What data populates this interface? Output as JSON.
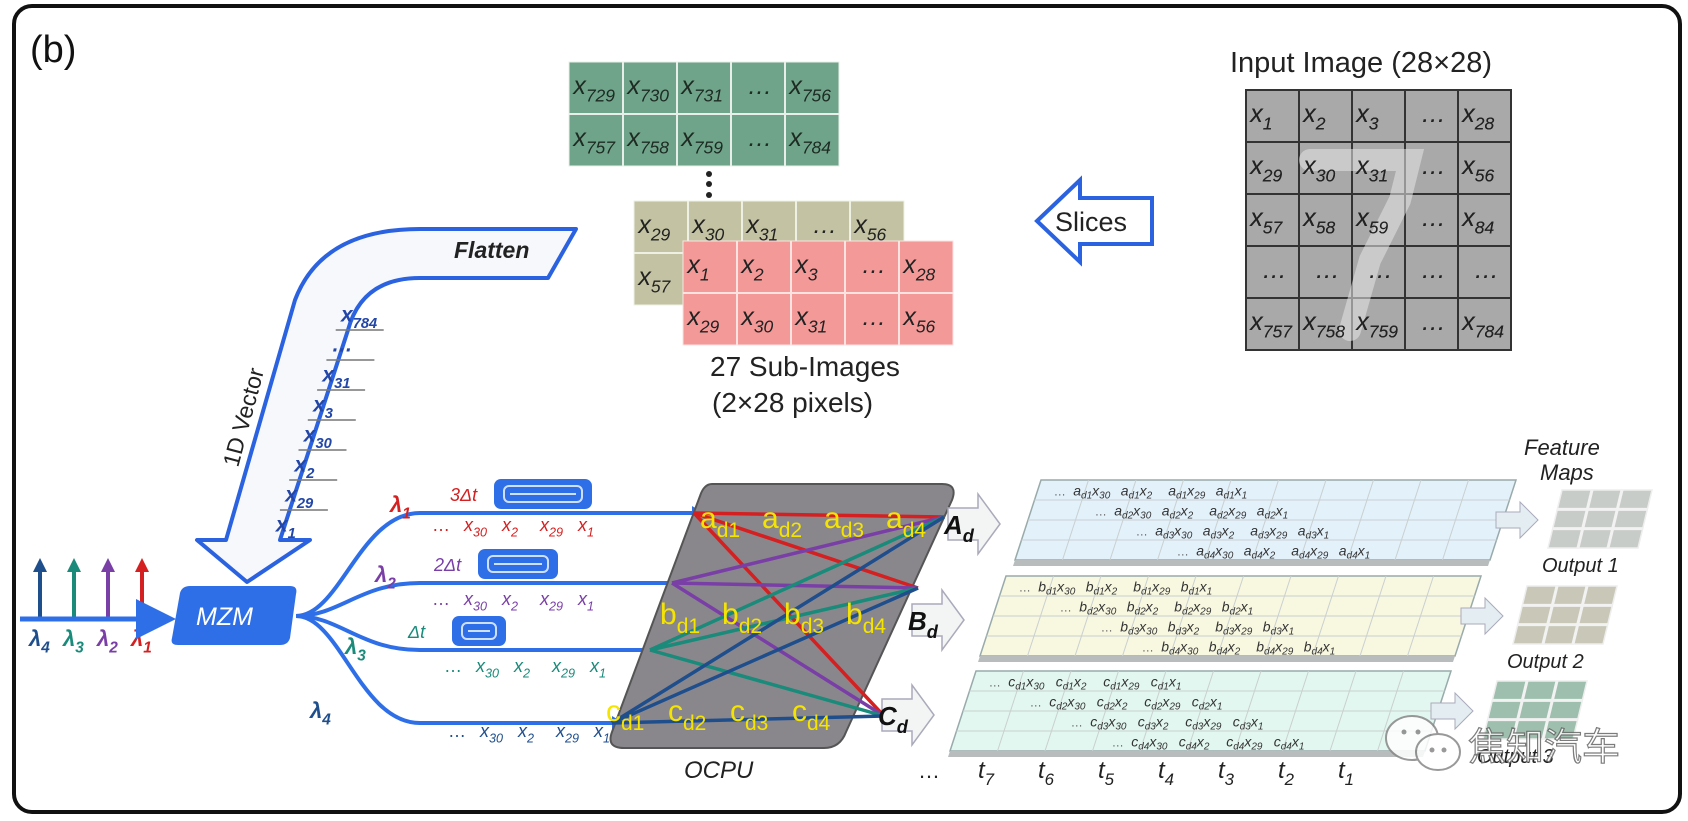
{
  "panel_label": "(b)",
  "input_image": {
    "title": "Input Image (28×28)",
    "rows": [
      [
        [
          "x",
          "1"
        ],
        [
          "x",
          "2"
        ],
        [
          "x",
          "3"
        ],
        [
          "…",
          ""
        ],
        [
          "x",
          "28"
        ]
      ],
      [
        [
          "x",
          "29"
        ],
        [
          "x",
          "30"
        ],
        [
          "x",
          "31"
        ],
        [
          "…",
          ""
        ],
        [
          "x",
          "56"
        ]
      ],
      [
        [
          "x",
          "57"
        ],
        [
          "x",
          "58"
        ],
        [
          "x",
          "59"
        ],
        [
          "…",
          ""
        ],
        [
          "x",
          "84"
        ]
      ],
      [
        [
          "…",
          ""
        ],
        [
          "…",
          ""
        ],
        [
          "…",
          ""
        ],
        [
          "…",
          ""
        ],
        [
          "…",
          ""
        ]
      ],
      [
        [
          "x",
          "757"
        ],
        [
          "x",
          "758"
        ],
        [
          "x",
          "759"
        ],
        [
          "…",
          ""
        ],
        [
          "x",
          "784"
        ]
      ]
    ]
  },
  "slices_label": "Slices",
  "sub_images": {
    "caption_line1": "27 Sub-Images",
    "caption_line2": "(2×28 pixels)",
    "last": [
      [
        [
          "x",
          "729"
        ],
        [
          "x",
          "730"
        ],
        [
          "x",
          "731"
        ],
        [
          "…",
          ""
        ],
        [
          "x",
          "756"
        ]
      ],
      [
        [
          "x",
          "757"
        ],
        [
          "x",
          "758"
        ],
        [
          "x",
          "759"
        ],
        [
          "…",
          ""
        ],
        [
          "x",
          "784"
        ]
      ]
    ],
    "second": [
      [
        [
          "x",
          "29"
        ],
        [
          "x",
          "30"
        ],
        [
          "x",
          "31"
        ],
        [
          "…",
          ""
        ],
        [
          "x",
          "56"
        ]
      ],
      [
        [
          "x",
          "57"
        ],
        [
          "",
          ""
        ],
        [
          "",
          ""
        ],
        [
          "",
          ""
        ],
        [
          "",
          ""
        ]
      ]
    ],
    "first": [
      [
        [
          "x",
          "1"
        ],
        [
          "x",
          "2"
        ],
        [
          "x",
          "3"
        ],
        [
          "…",
          ""
        ],
        [
          "x",
          "28"
        ]
      ],
      [
        [
          "x",
          "29"
        ],
        [
          "x",
          "30"
        ],
        [
          "x",
          "31"
        ],
        [
          "…",
          ""
        ],
        [
          "x",
          "56"
        ]
      ]
    ],
    "ellipsis": "⋮"
  },
  "flatten": {
    "label": "Flatten",
    "vector_label": "1D Vector",
    "items": [
      [
        "x",
        "784"
      ],
      [
        "…",
        ""
      ],
      [
        "x",
        "31"
      ],
      [
        "x",
        "3"
      ],
      [
        "x",
        "30"
      ],
      [
        "x",
        "2"
      ],
      [
        "x",
        "29"
      ],
      [
        "x",
        "1"
      ]
    ]
  },
  "wavelengths": [
    {
      "label": "λ",
      "sub": "4",
      "color": "#1f4e8c"
    },
    {
      "label": "λ",
      "sub": "3",
      "color": "#1a8a7a"
    },
    {
      "label": "λ",
      "sub": "2",
      "color": "#7a3fa6"
    },
    {
      "label": "λ",
      "sub": "1",
      "color": "#d42020"
    }
  ],
  "mzm_label": "MZM",
  "branches": [
    {
      "lambda": "λ",
      "sub": "1",
      "delay": "3Δt",
      "color": "#d42020",
      "seq": [
        "…",
        [
          "x",
          "30"
        ],
        [
          "x",
          "2"
        ],
        [
          "x",
          "29"
        ],
        [
          "x",
          "1"
        ]
      ]
    },
    {
      "lambda": "λ",
      "sub": "2",
      "delay": "2Δt",
      "color": "#7a3fa6",
      "seq": [
        "…",
        [
          "x",
          "30"
        ],
        [
          "x",
          "2"
        ],
        [
          "x",
          "29"
        ],
        [
          "x",
          "1"
        ]
      ]
    },
    {
      "lambda": "λ",
      "sub": "3",
      "delay": "Δt",
      "color": "#1a8a7a",
      "seq": [
        "…",
        [
          "x",
          "30"
        ],
        [
          "x",
          "2"
        ],
        [
          "x",
          "29"
        ],
        [
          "x",
          "1"
        ]
      ]
    },
    {
      "lambda": "λ",
      "sub": "4",
      "delay": "",
      "color": "#1f4e8c",
      "seq": [
        "…",
        [
          "x",
          "30"
        ],
        [
          "x",
          "2"
        ],
        [
          "x",
          "29"
        ],
        [
          "x",
          "1"
        ]
      ]
    }
  ],
  "ocpu": {
    "label": "OCPU",
    "rows": [
      {
        "letter": "a",
        "subs": [
          "d1",
          "d2",
          "d3",
          "d4"
        ]
      },
      {
        "letter": "b",
        "subs": [
          "d1",
          "d2",
          "d3",
          "d4"
        ]
      },
      {
        "letter": "c",
        "subs": [
          "d1",
          "d2",
          "d3",
          "d4"
        ]
      }
    ]
  },
  "outputs": [
    {
      "arrow": "A",
      "sub": "d",
      "letter": "a",
      "fill": "#e3f1fb",
      "out_label": "Output 1",
      "map_color": "#c8ccc8"
    },
    {
      "arrow": "B",
      "sub": "d",
      "letter": "b",
      "fill": "#f8f7e0",
      "out_label": "Output 2",
      "map_color": "#c9c8b8"
    },
    {
      "arrow": "C",
      "sub": "d",
      "letter": "c",
      "fill": "#e2f7ef",
      "out_label": "Output 3",
      "map_color": "#9ebfae"
    }
  ],
  "products": [
    "x30",
    "x2",
    "x29",
    "x1"
  ],
  "feature_maps_label_line1": "Feature",
  "feature_maps_label_line2": "Maps",
  "timeline": [
    "…",
    [
      "t",
      "7"
    ],
    [
      "t",
      "6"
    ],
    [
      "t",
      "5"
    ],
    [
      "t",
      "4"
    ],
    [
      "t",
      "3"
    ],
    [
      "t",
      "2"
    ],
    [
      "t",
      "1"
    ]
  ],
  "watermark": "焦知汽车"
}
